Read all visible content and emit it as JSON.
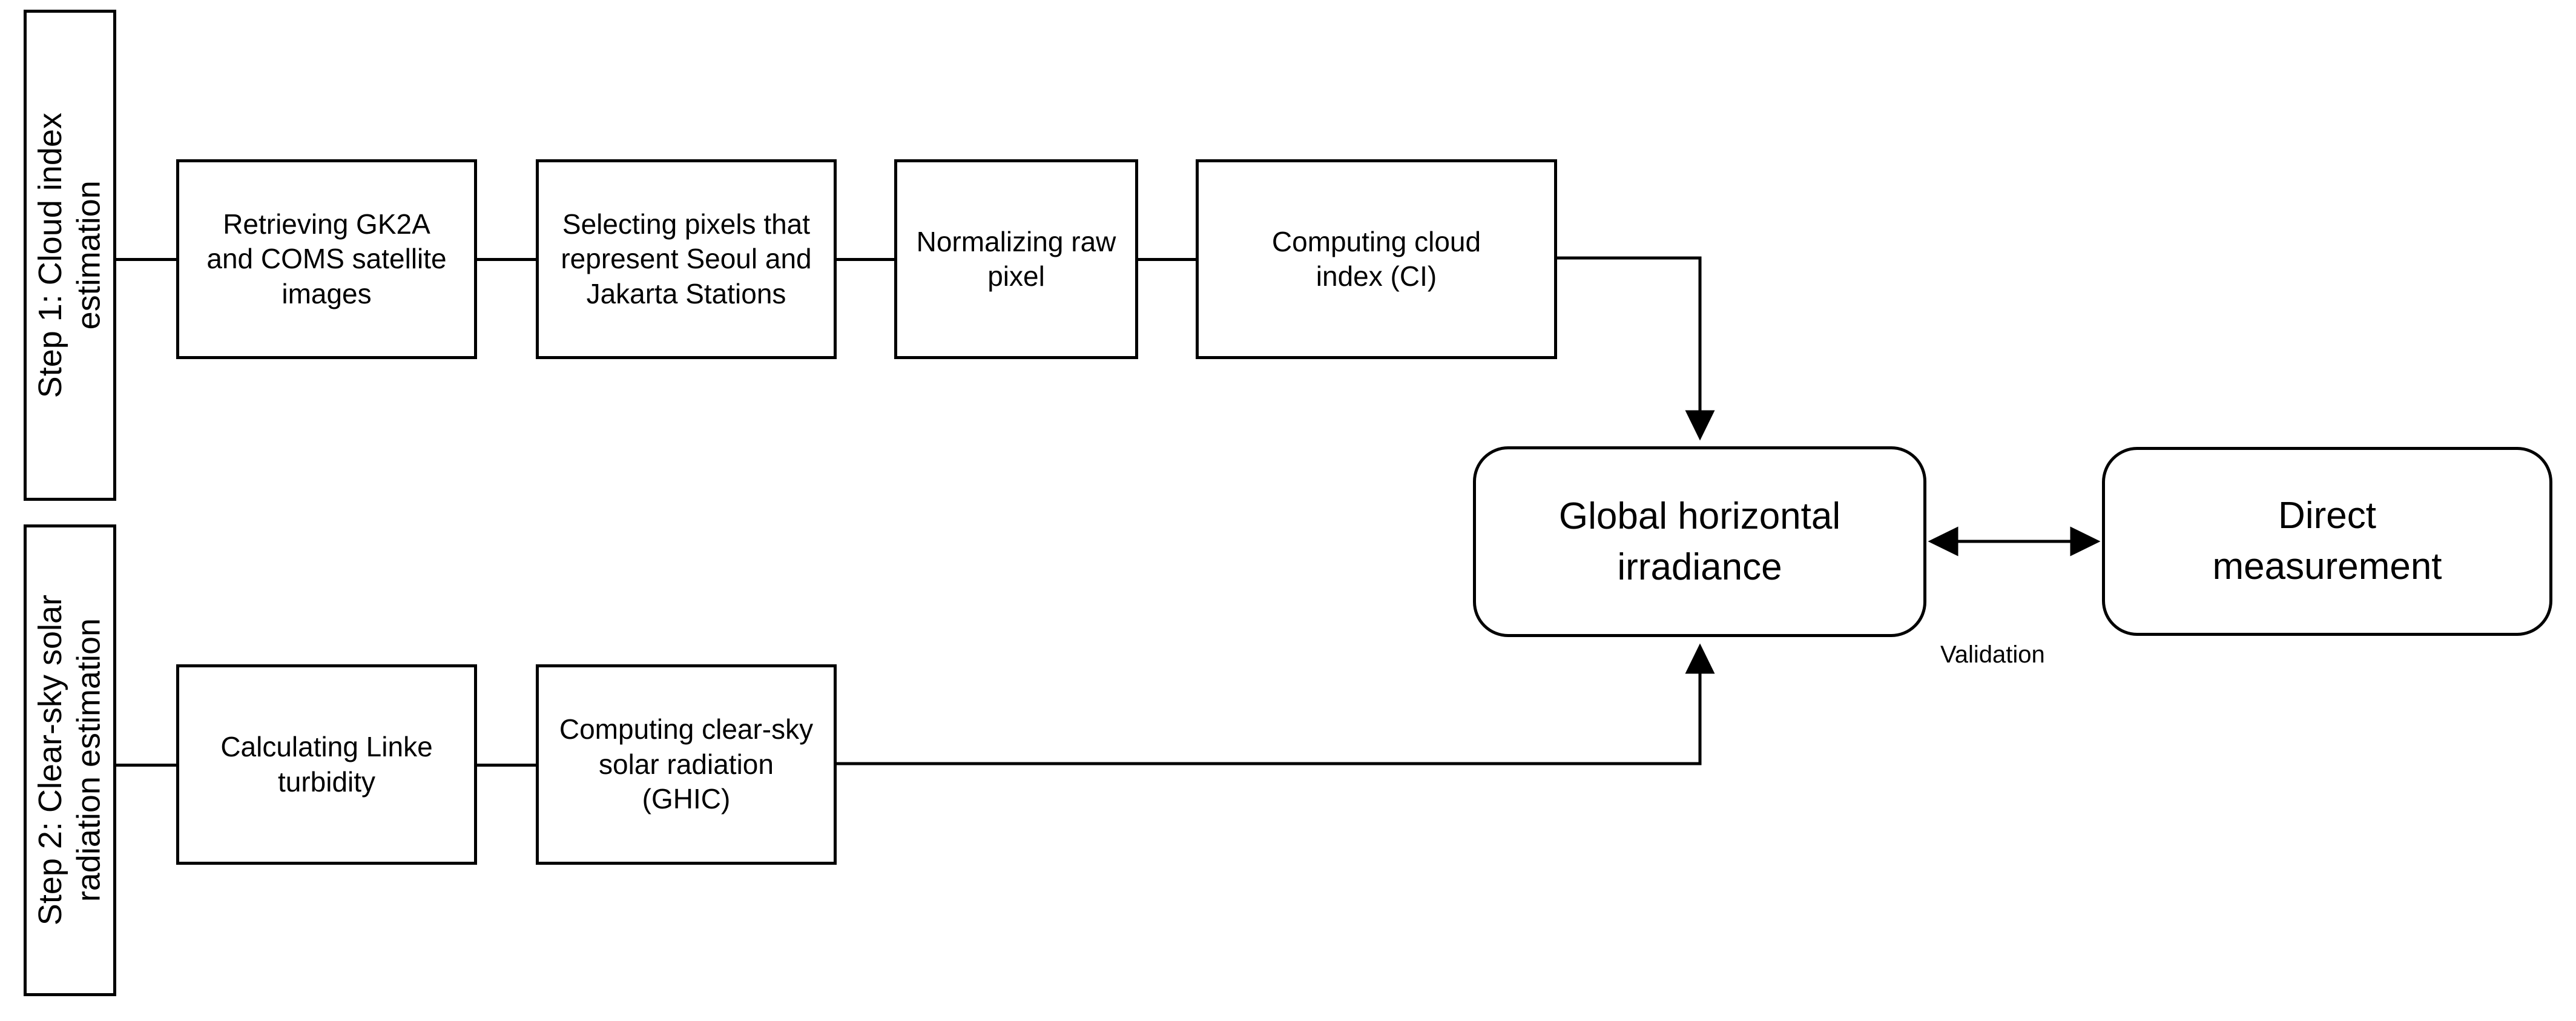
{
  "figure": {
    "type": "flowchart",
    "orientation": "left-to-right",
    "background_color": "#ffffff",
    "line_color": "#000000",
    "text_color": "#000000"
  },
  "stages": [
    {
      "id": "step1",
      "label": "Step 1: Cloud index\nestimation",
      "orientation": "vertical"
    },
    {
      "id": "step2",
      "label": "Step 2: Clear-sky solar\nradiation estimation",
      "orientation": "vertical"
    }
  ],
  "step1_nodes": [
    {
      "id": "retrieve",
      "label": "Retrieving GK2A\nand COMS satellite\nimages"
    },
    {
      "id": "select",
      "label": "Selecting pixels that\nrepresent Seoul and\nJakarta Stations"
    },
    {
      "id": "normalize",
      "label": "Normalizing raw\npixel"
    },
    {
      "id": "cloudindex",
      "label": "Computing cloud\nindex (CI)"
    }
  ],
  "step2_nodes": [
    {
      "id": "linke",
      "label": "Calculating Linke\nturbidity"
    },
    {
      "id": "clearsky",
      "label": "Computing clear-sky\nsolar radiation\n(GHIC)"
    }
  ],
  "result_nodes": [
    {
      "id": "ghi",
      "label": "Global horizontal\nirradiance"
    },
    {
      "id": "measured",
      "label": "Direct\nmeasurement"
    }
  ],
  "edge_labels": {
    "validation": "Validation"
  },
  "edges": [
    {
      "from": "step1",
      "to": "retrieve",
      "arrow": "none"
    },
    {
      "from": "retrieve",
      "to": "select",
      "arrow": "none"
    },
    {
      "from": "select",
      "to": "normalize",
      "arrow": "none"
    },
    {
      "from": "normalize",
      "to": "cloudindex",
      "arrow": "none"
    },
    {
      "from": "cloudindex",
      "to": "ghi",
      "arrow": "single-down"
    },
    {
      "from": "step2",
      "to": "linke",
      "arrow": "none"
    },
    {
      "from": "linke",
      "to": "clearsky",
      "arrow": "none"
    },
    {
      "from": "clearsky",
      "to": "ghi",
      "arrow": "single-up"
    },
    {
      "from": "ghi",
      "to": "measured",
      "arrow": "double",
      "label": "Validation"
    }
  ]
}
